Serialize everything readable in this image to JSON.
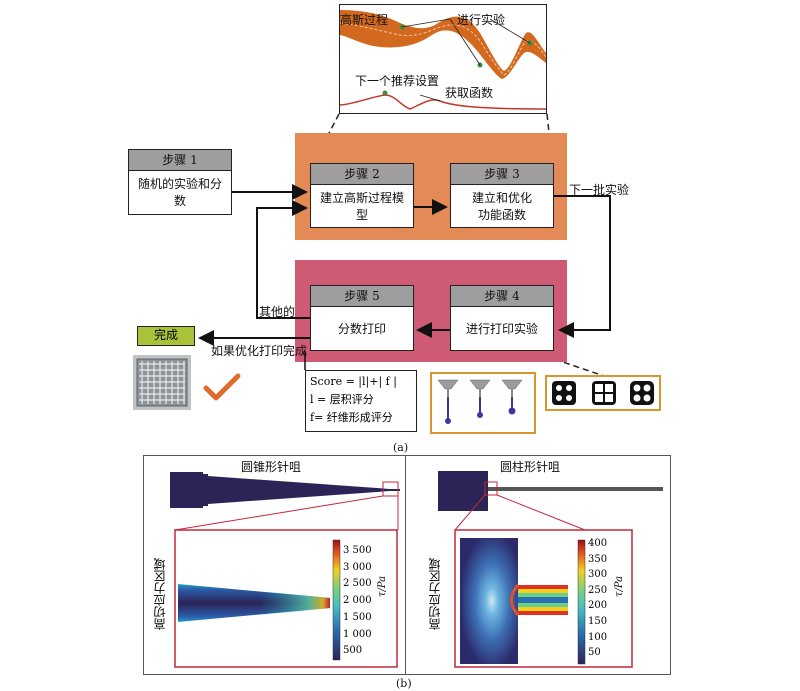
{
  "top_panel": {
    "gp_label": "高斯过程",
    "experiment_label": "进行实验",
    "next_setting_label": "下一个推荐设置",
    "acquisition_label": "获取函数"
  },
  "steps": {
    "step1": {
      "header": "步骤 1",
      "text": "随机的实验和分数"
    },
    "step2": {
      "header": "步骤 2",
      "text": "建立高斯过程模型"
    },
    "step3": {
      "header": "步骤 3",
      "line1": "建立和优化",
      "line2": "功能函数"
    },
    "step4": {
      "header": "步骤 4",
      "text": "进行打印实验"
    },
    "step5": {
      "header": "步骤 5",
      "text": "分数打印"
    }
  },
  "arrows": {
    "next_batch": "下一批实验",
    "others": "其他的",
    "if_optimized": "如果优化打印完成"
  },
  "complete_label": "完成",
  "score_box": {
    "line1": "Score = |l|+| f |",
    "line2": "l = 层积评分",
    "line3": "f= 纤维形成评分"
  },
  "caption_a": "(a)",
  "caption_b": "(b)",
  "panel_b": {
    "left_title": "圆锥形针咀",
    "right_title": "圆柱形针咀",
    "left_region_label": "高切应力区域",
    "right_region_label": "高切应力区域",
    "left_colorbar": {
      "ticks": [
        "3 500",
        "3 000",
        "2 500",
        "2 000",
        "1 500",
        "1 000",
        "500"
      ],
      "unit": "τ/Pa"
    },
    "right_colorbar": {
      "ticks": [
        "400",
        "350",
        "300",
        "250",
        "200",
        "150",
        "100",
        "50"
      ],
      "unit": "τ/Pa"
    }
  },
  "colors": {
    "orange_panel": "#e38a57",
    "pink_panel": "#cf5a73",
    "gp_fill": "#d2691e",
    "complete_green": "#a9c23a",
    "check_orange": "#e06b2b",
    "tray_border": "#d9962f",
    "nozzle_body": "#2b2456",
    "red_frame": "#c3283b"
  }
}
